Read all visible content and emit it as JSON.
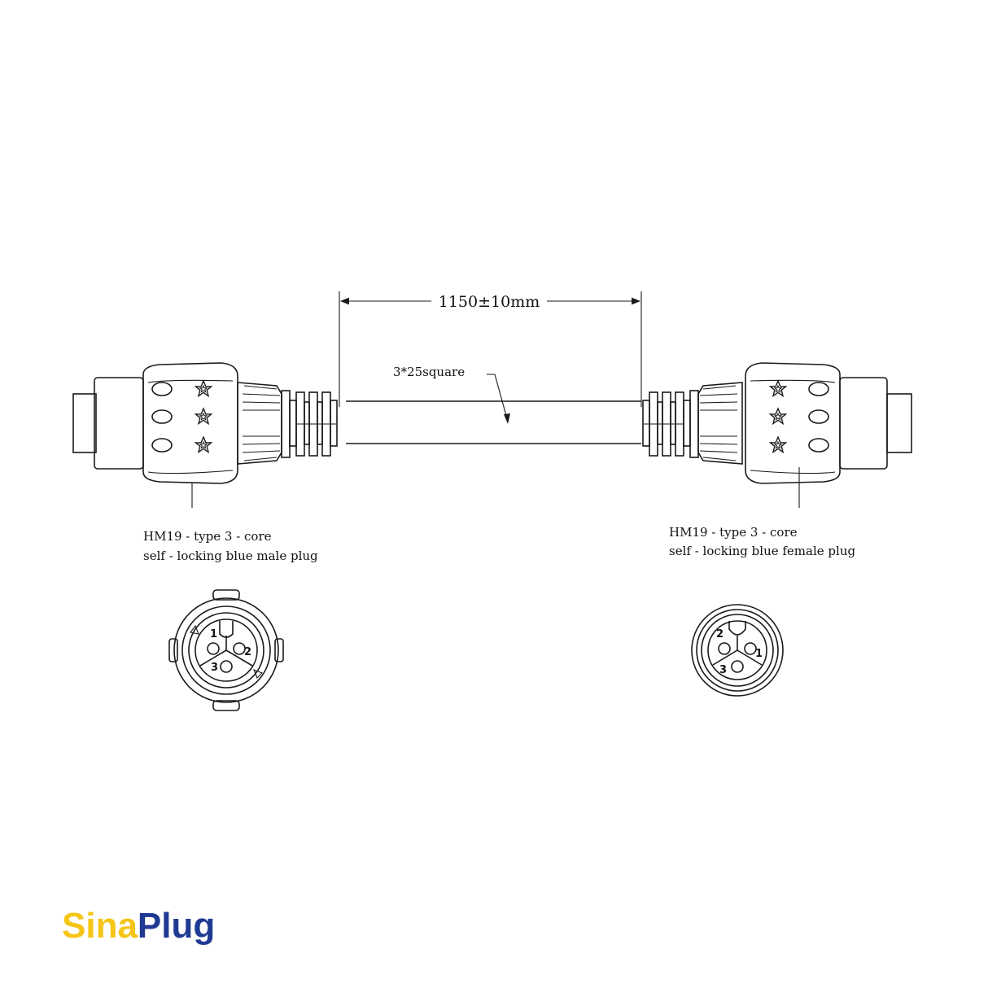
{
  "dimension": {
    "length_label": "1150±10mm"
  },
  "cable": {
    "label": "3*25square"
  },
  "male_plug": {
    "line1": "HM19 - type 3 - core",
    "line2": "self - locking blue male plug",
    "pins": [
      "1",
      "2",
      "3"
    ]
  },
  "female_plug": {
    "line1": "HM19 - type 3 - core",
    "line2": "self - locking blue female plug",
    "pins": [
      "2",
      "1",
      "3"
    ]
  },
  "logo": {
    "text_part1": "Sina",
    "text_part2": "Plug",
    "colors": {
      "yellow": "#F5C518",
      "blue": "#1F3A93"
    }
  }
}
